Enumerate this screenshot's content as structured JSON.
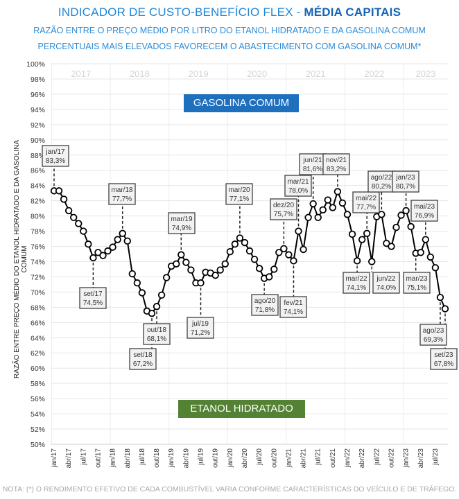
{
  "header": {
    "title_regular": "INDICADOR DE CUSTO-BENEFÍCIO FLEX - ",
    "title_bold": "MÉDIA CAPITAIS",
    "subtitle_1": "RAZÃO ENTRE O PREÇO MÉDIO POR LITRO DO ETANOL HIDRATADO E DA GASOLINA COMUM",
    "subtitle_2": "PERCENTUAIS MAIS ELEVADOS FAVORECEM O ABASTECIMENTO COM GASOLINA COMUM*"
  },
  "banners": {
    "gasoline": "GASOLINA COMUM",
    "ethanol": "ETANOL HIDRATADO"
  },
  "footer": {
    "note": "NOTA: (*) O RENDIMENTO EFETIVO DE CADA COMBUSTÍVEL VARIA CONFORME CARACTERÍSTICAS DO VEÍCULO E DE TRÁFEGO."
  },
  "colors": {
    "title": "#1f86d6",
    "gasoline": "#1f6fbf",
    "ethanol": "#548235",
    "line": "#000000"
  },
  "chart_data": {
    "type": "line",
    "ylabel": "RAZÃO ENTRE PREÇO MÉDIO DO ETANOL HIDRATADO E DA GASOLINA COMUM",
    "ylim": [
      50,
      100
    ],
    "yticks": [
      "50%",
      "52%",
      "54%",
      "56%",
      "58%",
      "60%",
      "62%",
      "64%",
      "66%",
      "68%",
      "70%",
      "72%",
      "74%",
      "76%",
      "78%",
      "80%",
      "82%",
      "84%",
      "86%",
      "88%",
      "90%",
      "92%",
      "94%",
      "96%",
      "98%",
      "100%"
    ],
    "years": [
      "2017",
      "2018",
      "2019",
      "2020",
      "2021",
      "2022",
      "2023"
    ],
    "xtick_labels": [
      "jan/17",
      "abr/17",
      "jul/17",
      "out/17",
      "jan/18",
      "abr/18",
      "jul/18",
      "out/18",
      "jan/19",
      "abr/19",
      "jul/19",
      "out/19",
      "jan/20",
      "abr/20",
      "jul/20",
      "out/20",
      "jan/21",
      "abr/21",
      "jul/21",
      "out/21",
      "jan/22",
      "abr/22",
      "jul/22",
      "out/22",
      "jan/23",
      "abr/23",
      "jul/23"
    ],
    "grid": true,
    "series": [
      {
        "name": "Razão etanol/gasolina (%)",
        "values": [
          83.3,
          83.3,
          82.2,
          80.7,
          79.8,
          79.0,
          78.0,
          76.3,
          74.5,
          75.2,
          74.8,
          75.4,
          75.9,
          76.9,
          77.7,
          76.7,
          72.4,
          71.2,
          69.9,
          67.5,
          67.2,
          68.1,
          69.6,
          71.9,
          73.4,
          73.7,
          74.9,
          73.9,
          72.9,
          71.2,
          71.2,
          72.6,
          72.5,
          72.2,
          72.9,
          73.7,
          75.3,
          76.3,
          77.1,
          76.5,
          75.4,
          74.3,
          73.1,
          71.8,
          72.0,
          73.0,
          75.2,
          75.7,
          74.9,
          74.1,
          78.0,
          75.6,
          79.8,
          81.6,
          79.8,
          80.8,
          82.1,
          81.1,
          83.2,
          81.7,
          80.2,
          77.6,
          74.1,
          76.9,
          77.7,
          74.0,
          79.9,
          80.2,
          76.4,
          76.0,
          78.5,
          80.1,
          80.7,
          78.6,
          75.1,
          75.2,
          76.9,
          74.6,
          73.2,
          69.3,
          67.8
        ]
      }
    ],
    "callouts": [
      {
        "index": 0,
        "month": "jan/17",
        "value": "83,3%"
      },
      {
        "index": 8,
        "month": "set/17",
        "value": "74,5%"
      },
      {
        "index": 14,
        "month": "mar/18",
        "value": "77,7%"
      },
      {
        "index": 20,
        "month": "set/18",
        "value": "67,2%"
      },
      {
        "index": 21,
        "month": "out/18",
        "value": "68,1%"
      },
      {
        "index": 26,
        "month": "mar/19",
        "value": "74,9%"
      },
      {
        "index": 30,
        "month": "jul/19",
        "value": "71,2%"
      },
      {
        "index": 38,
        "month": "mar/20",
        "value": "77,1%"
      },
      {
        "index": 43,
        "month": "ago/20",
        "value": "71,8%"
      },
      {
        "index": 47,
        "month": "dez/20",
        "value": "75,7%"
      },
      {
        "index": 49,
        "month": "fev/21",
        "value": "74,1%"
      },
      {
        "index": 50,
        "month": "mar/21",
        "value": "78,0%"
      },
      {
        "index": 53,
        "month": "jun/21",
        "value": "81,6%"
      },
      {
        "index": 58,
        "month": "nov/21",
        "value": "83,2%"
      },
      {
        "index": 62,
        "month": "mar/22",
        "value": "74,1%"
      },
      {
        "index": 64,
        "month": "mai/22",
        "value": "77,7%"
      },
      {
        "index": 65,
        "month": "jun/22",
        "value": "74,0%"
      },
      {
        "index": 67,
        "month": "ago/22",
        "value": "80,2%"
      },
      {
        "index": 72,
        "month": "jan/23",
        "value": "80,7%"
      },
      {
        "index": 74,
        "month": "mar/23",
        "value": "75,1%"
      },
      {
        "index": 76,
        "month": "mai/23",
        "value": "76,9%"
      },
      {
        "index": 79,
        "month": "ago/23",
        "value": "69,3%"
      },
      {
        "index": 80,
        "month": "set/23",
        "value": "67,8%"
      }
    ]
  }
}
